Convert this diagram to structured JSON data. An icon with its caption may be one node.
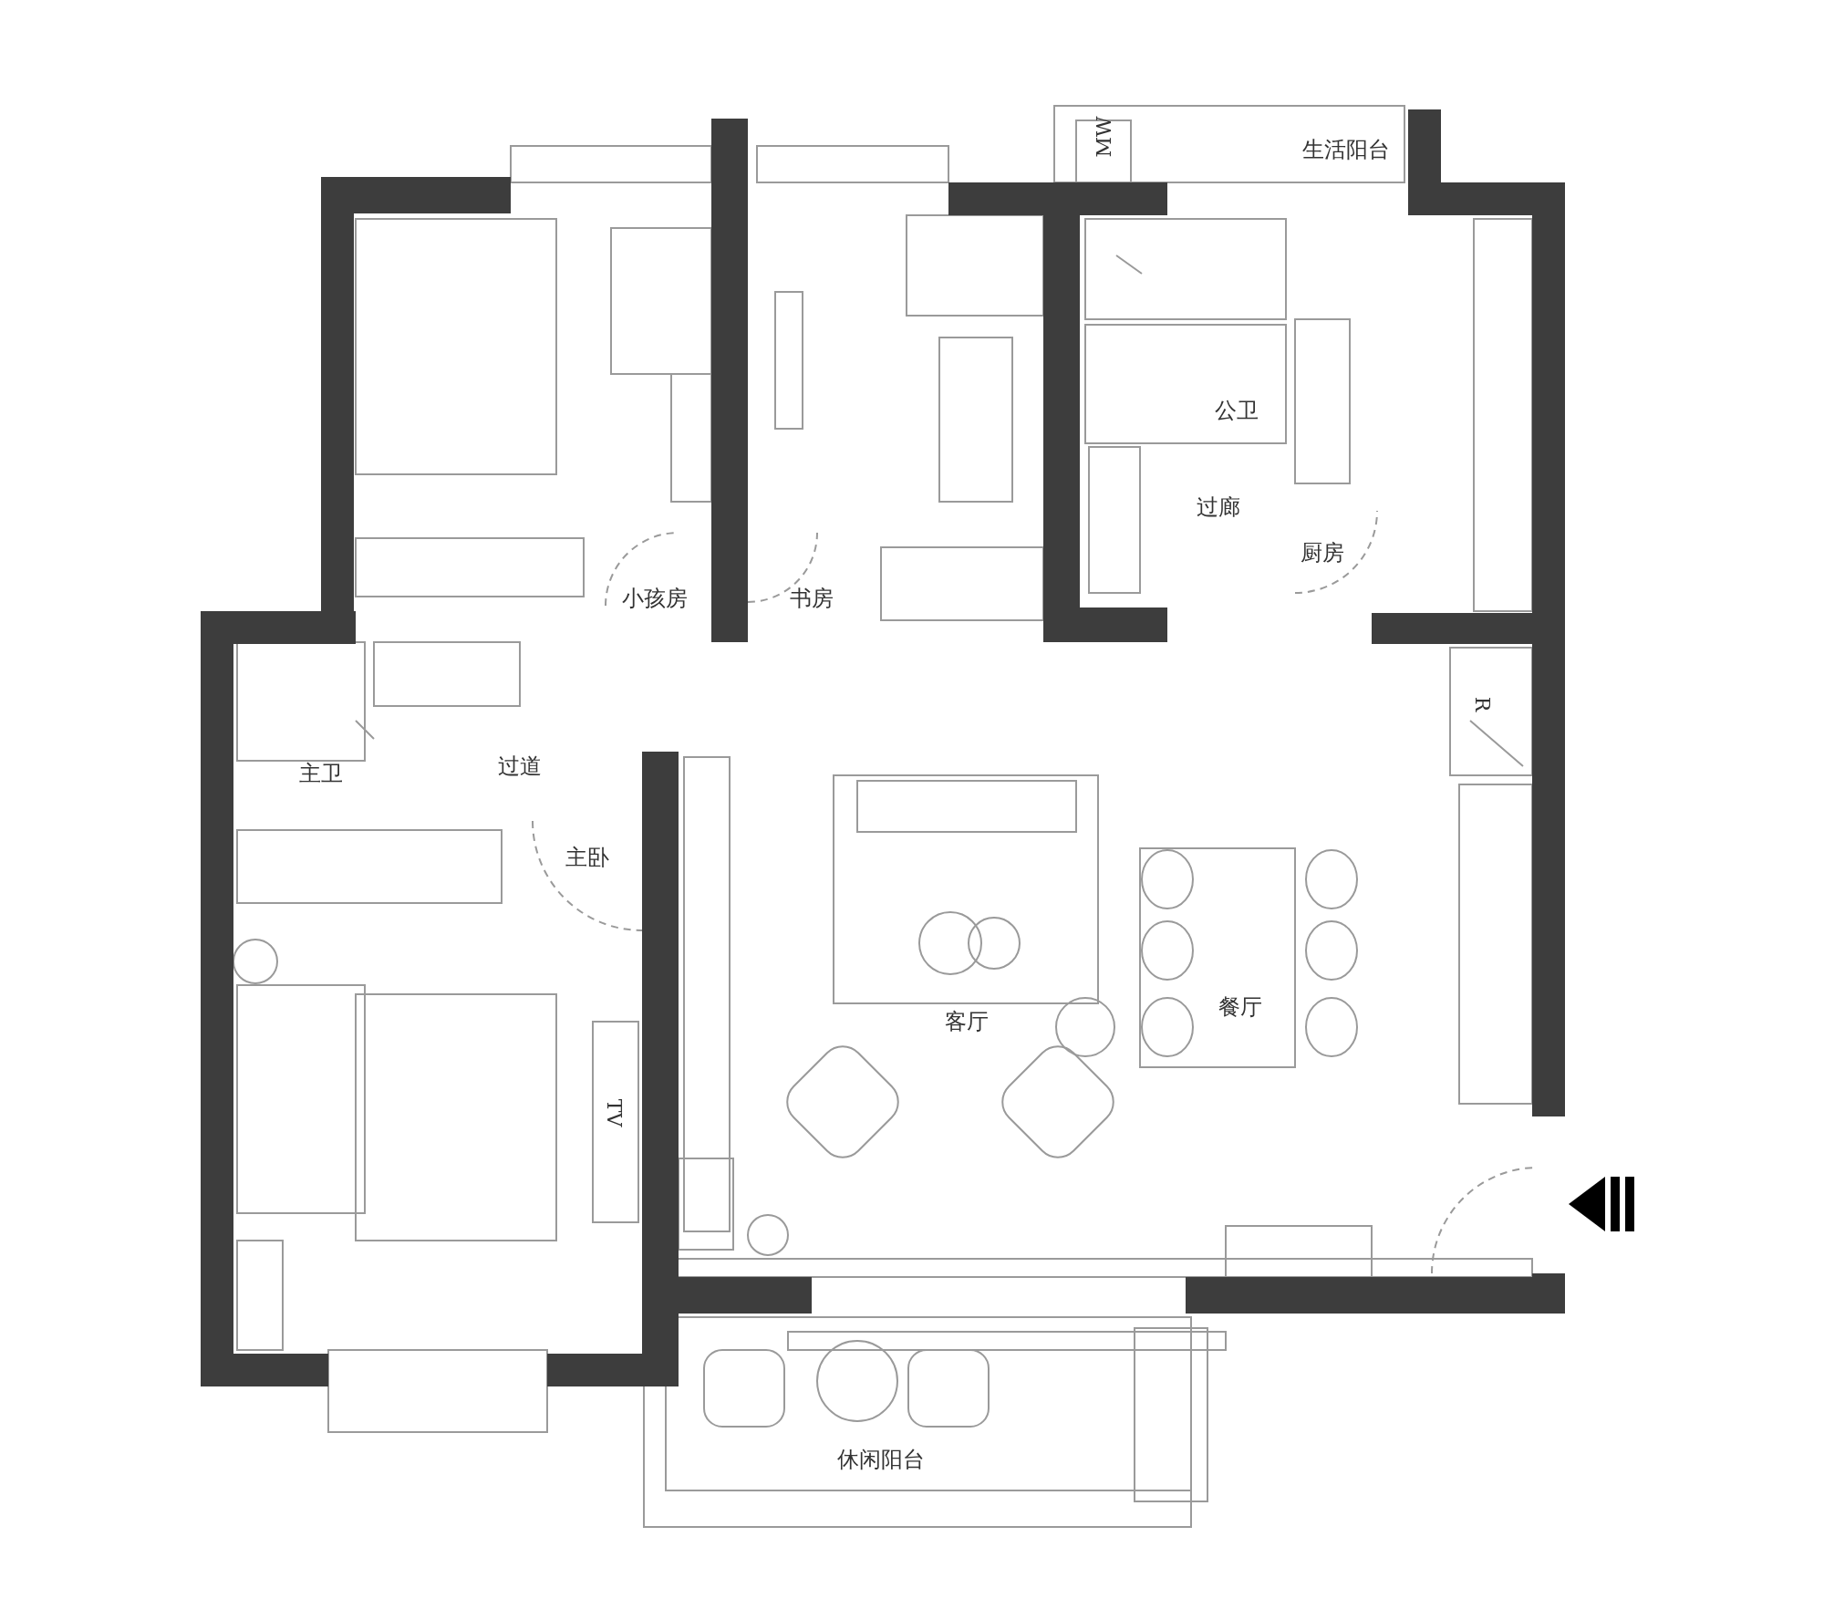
{
  "diagram": {
    "labels": [
      "MW",
      "生活阳台",
      "公卫",
      "过廊",
      "厨房",
      "小孩房",
      "书房",
      "R",
      "主卫",
      "过道",
      "主卧",
      "客厅",
      "餐厅",
      "TV",
      "休闲阳台"
    ]
  }
}
